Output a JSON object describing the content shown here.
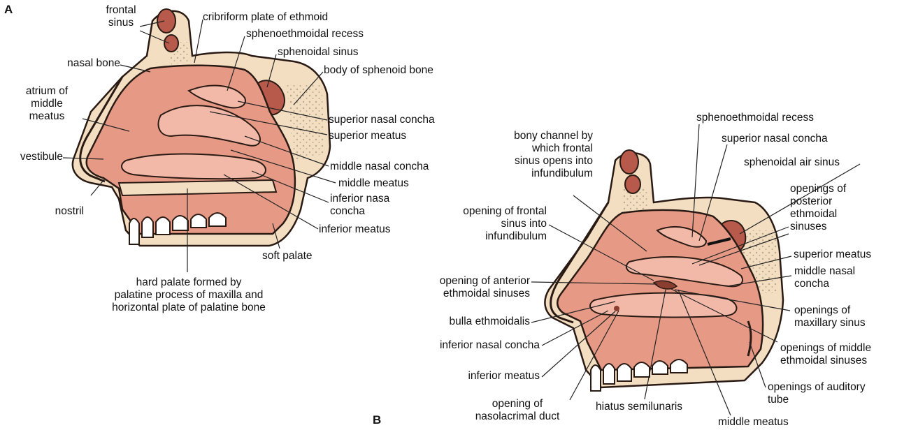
{
  "colors": {
    "mucosa": "#E69A85",
    "mucosa_light": "#F3B9A8",
    "mucosa_dark": "#C9604E",
    "bone": "#F3DEC2",
    "bone_dot": "#B7AB8E",
    "sinus": "#B85A4B",
    "outline": "#2A1A14",
    "leader": "#222222"
  },
  "panel_a": {
    "letter": "A",
    "labels": {
      "frontal_sinus": "frontal\nsinus",
      "cribriform_plate": "cribriform plate of ethmoid",
      "sphenoethmoidal_recess": "sphenoethmoidal recess",
      "sphenoidal_sinus": "sphenoidal sinus",
      "body_of_sphenoid": "body of sphenoid bone",
      "nasal_bone": "nasal bone",
      "atrium": "atrium of\nmiddle\nmeatus",
      "vestibule": "vestibule",
      "nostril": "nostril",
      "superior_nasal_concha": "superior nasal concha",
      "superior_meatus": "superior meatus",
      "middle_nasal_concha": "middle nasal concha",
      "middle_meatus": "middle meatus",
      "inferior_nasa_concha": "inferior nasa\nconcha",
      "inferior_meatus": "inferior meatus",
      "soft_palate": "soft palate",
      "hard_palate": "hard palate formed by\npalatine process of maxilla and\nhorizontal plate of palatine bone"
    }
  },
  "panel_b": {
    "letter": "B",
    "labels": {
      "sphenoethmoidal_recess": "sphenoethmoidal recess",
      "superior_nasal_concha": "superior nasal concha",
      "sphenoidal_air_sinus": "sphenoidal air sinus",
      "bony_channel": "bony channel by\nwhich frontal\nsinus opens into\ninfundibulum",
      "openings_posterior_ethmoidal": "openings of\nposterior\nethmoidal\nsinuses",
      "opening_frontal_sinus": "opening of frontal\nsinus into\ninfundibulum",
      "superior_meatus": "superior meatus",
      "middle_nasal_concha": "middle nasal\nconcha",
      "opening_anterior_ethmoidal": "opening of anterior\nethmoidal sinuses",
      "openings_maxillary_sinus": "openings of\nmaxillary sinus",
      "bulla_ethmoidalis": "bulla ethmoidalis",
      "inferior_nasal_concha": "inferior nasal concha",
      "openings_middle_ethmoidal": "openings of middle\nethmoidal sinuses",
      "inferior_meatus": "inferior meatus",
      "openings_auditory_tube": "openings of auditory\ntube",
      "opening_nasolacrimal": "opening of\nnasolacrimal duct",
      "hiatus_semilunaris": "hiatus semilunaris",
      "middle_meatus": "middle meatus"
    }
  }
}
